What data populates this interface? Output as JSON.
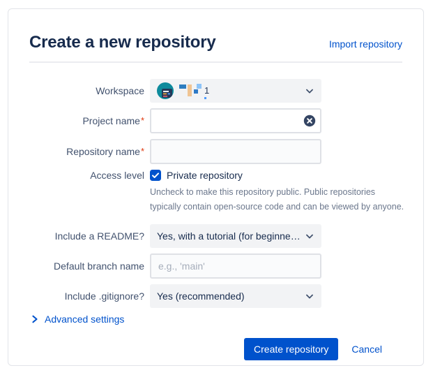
{
  "card": {
    "title": "Create a new repository",
    "import_link": "Import repository"
  },
  "form": {
    "workspace": {
      "label": "Workspace",
      "value_is_redacted": true
    },
    "project_name": {
      "label": "Project name",
      "required_mark": "*",
      "value": ""
    },
    "repository_name": {
      "label": "Repository name",
      "required_mark": "*",
      "value": ""
    },
    "access_level": {
      "label": "Access level",
      "checkbox_label": "Private repository",
      "checked": true,
      "help_line1": "Uncheck to make this repository public. Public repositories",
      "help_line2": "typically contain open-source code and can be viewed by anyone."
    },
    "include_readme": {
      "label": "Include a README?",
      "selected_value": "Yes, with a tutorial (for beginne…"
    },
    "default_branch_name": {
      "label": "Default branch name",
      "placeholder": "e.g., 'main'",
      "value": ""
    },
    "include_gitignore": {
      "label": "Include .gitignore?",
      "selected_value": "Yes (recommended)"
    },
    "advanced_settings": {
      "label": "Advanced settings"
    }
  },
  "footer": {
    "create_button": "Create repository",
    "cancel_link": "Cancel"
  },
  "colors": {
    "primary_blue": "#0052CC",
    "title_text": "#172B4D",
    "label_text": "#42526E",
    "helper_text": "#6B778C",
    "required_red": "#DE350B",
    "select_bg": "#F2F3F5",
    "input_border": "#DFE1E6",
    "input_bg": "#FAFBFC",
    "avatar_teal": "#0d8a9c",
    "avatar_navy": "#253858"
  }
}
